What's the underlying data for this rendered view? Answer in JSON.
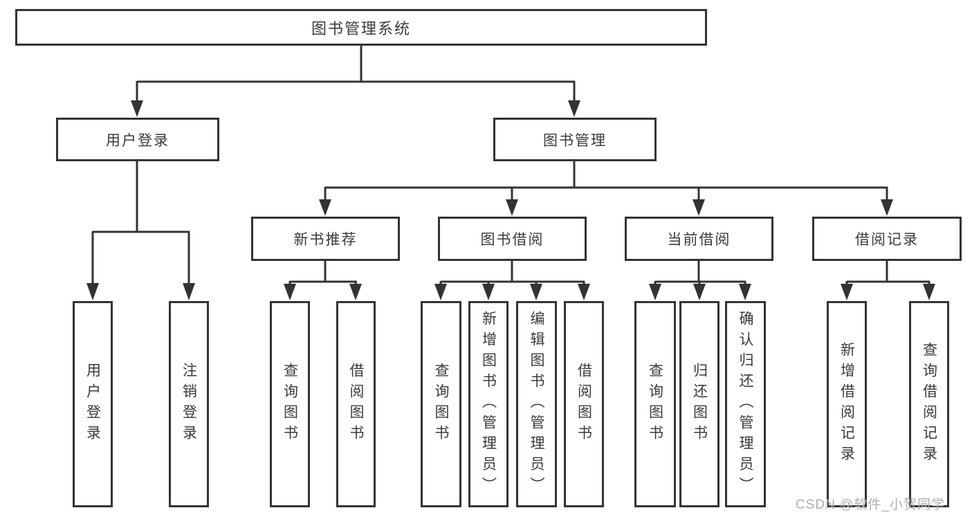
{
  "tree": {
    "root": {
      "label": "图书管理系统"
    },
    "children": [
      {
        "label": "用户登录",
        "children": [
          {
            "label": "用户登录"
          },
          {
            "label": "注销登录"
          }
        ]
      },
      {
        "label": "图书管理",
        "children": [
          {
            "label": "新书推荐",
            "children": [
              {
                "label": "查询图书"
              },
              {
                "label": "借阅图书"
              }
            ]
          },
          {
            "label": "图书借阅",
            "children": [
              {
                "label": "查询图书"
              },
              {
                "label": "新增图书（管理员）"
              },
              {
                "label": "编辑图书（管理员）"
              },
              {
                "label": "借阅图书"
              }
            ]
          },
          {
            "label": "当前借阅",
            "children": [
              {
                "label": "查询图书"
              },
              {
                "label": "归还图书"
              },
              {
                "label": "确认归还（管理员）"
              }
            ]
          },
          {
            "label": "借阅记录",
            "children": [
              {
                "label": "新增借阅记录"
              },
              {
                "label": "查询借阅记录"
              }
            ]
          }
        ]
      }
    ]
  },
  "watermark": {
    "text": "CSDN @软件_小贺同学"
  },
  "colors": {
    "line": "#333333",
    "box_border": "#333333",
    "text": "#3a3a3a",
    "watermark": "#aeaeae",
    "background": "#ffffff"
  }
}
